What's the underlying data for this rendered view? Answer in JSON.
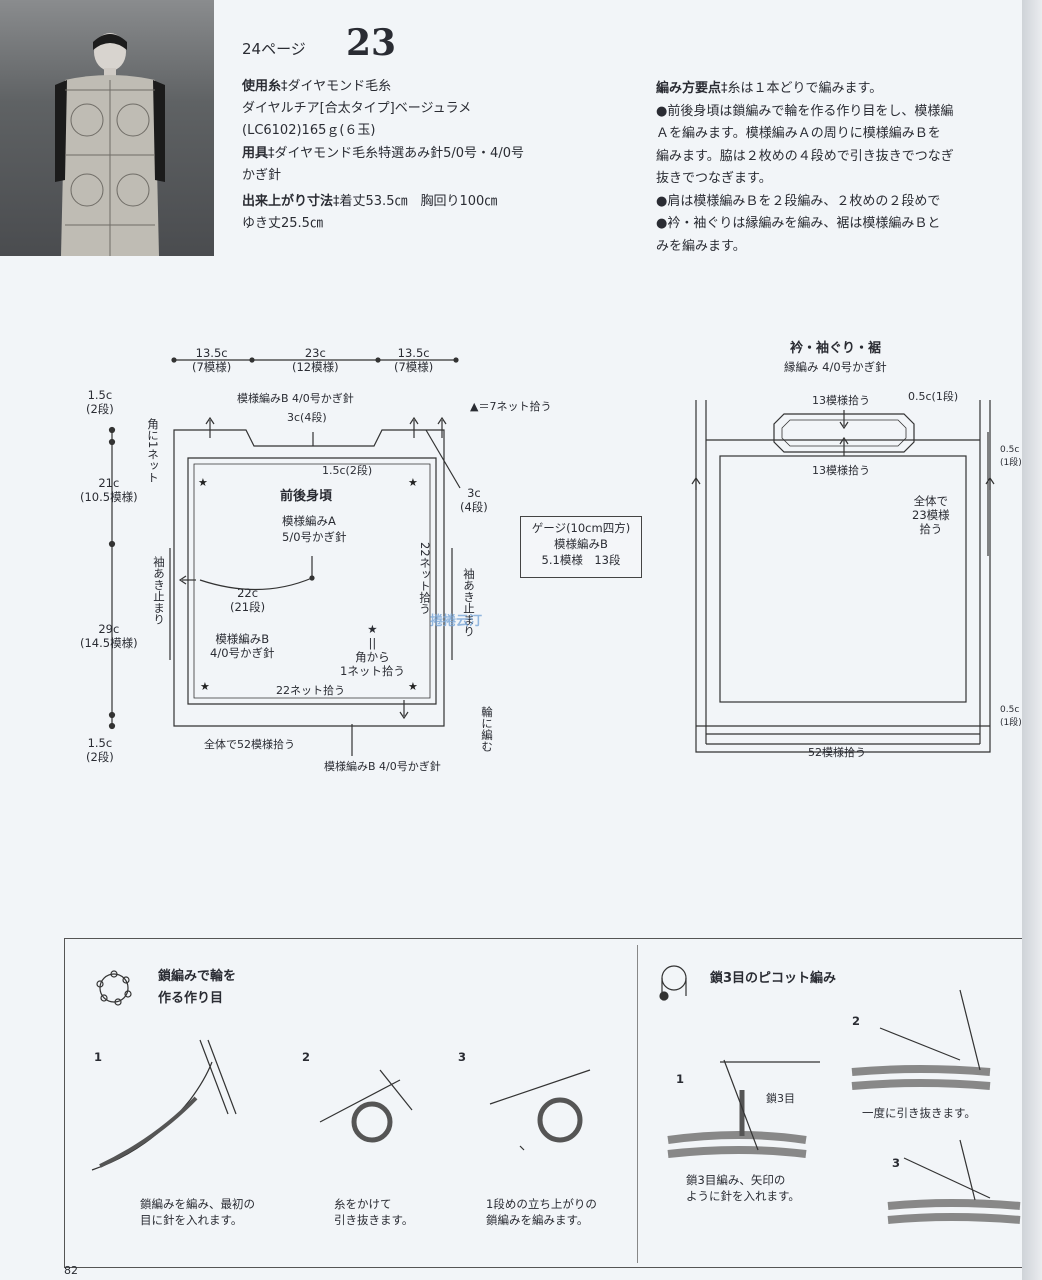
{
  "header": {
    "page_ref": "24ページ",
    "pattern_number": "23"
  },
  "spec": {
    "yarn_label": "使用糸",
    "yarn_line1": "‡ダイヤモンド毛糸",
    "yarn_line2": "ダイヤルチア[合太タイプ]ベージュラメ",
    "yarn_line3": "(LC6102)165ｇ(６玉)",
    "tools_label": "用具",
    "tools_line1": "‡ダイヤモンド毛糸特選あみ針5/0号・4/0号",
    "tools_line2": "かぎ針",
    "size_label": "出来上がり寸法",
    "size_line1": "‡着丈53.5㎝　胸回り100㎝",
    "size_line2": "ゆき丈25.5㎝"
  },
  "notes": {
    "title": "編み方要点",
    "title_rest": "‡糸は１本どりで編みます。",
    "line1": "●前後身頃は鎖編みで輪を作る作り目をし、模様編",
    "line2": "Ａを編みます。模様編みＡの周りに模様編みＢを",
    "line3": "編みます。脇は２枚めの４段めで引き抜きでつなぎ",
    "line4": "抜きでつなぎます。",
    "line5": "●肩は模様編みＢを２段編み、２枚めの２段めで",
    "line6": "●衿・袖ぐりは縁編みを編み、裾は模様編みＢと",
    "line7": "みを編みます。"
  },
  "body_diagram": {
    "top_dim1": "13.5c",
    "top_dim1b": "(7模様)",
    "top_dim2": "23c",
    "top_dim2b": "(12模様)",
    "top_dim3": "13.5c",
    "top_dim3b": "(7模様)",
    "shoulder_label": "模様編みB 4/0号かぎ針",
    "neck_dim": "3c(4段)",
    "net_note": "▲＝7ネット拾う",
    "left_top_dim": "1.5c",
    "left_top_dimb": "(2段)",
    "corner_note": "角に1ネット",
    "left_mid_dim": "21c",
    "left_mid_dimb": "(10.5模様)",
    "neck_drop": "1.5c(2段)",
    "side_dim": "3c",
    "side_dimb": "(4段)",
    "title": "前後身頃",
    "pattern_a": "模様編みA",
    "hook_a": "5/0号かぎ針",
    "net22_v": "22ネット拾う",
    "sleeve_stop_l": "袖あき止まり",
    "sleeve_stop_r": "袖あき止まり",
    "width_dim": "22c",
    "width_dimb": "(21段)",
    "left_low_dim": "29c",
    "left_low_dimb": "(14.5模様)",
    "pattern_b": "模様編みB",
    "hook_b": "4/0号かぎ針",
    "star_note1": "★",
    "star_note2": "||",
    "star_note3": "角から",
    "star_note4": "1ネット拾う",
    "net22_h": "22ネット拾う",
    "ring_note": "輪に編む",
    "left_bot_dim": "1.5c",
    "left_bot_dimb": "(2段)",
    "total52": "全体で52模様拾う",
    "hem_label": "模様編みB 4/0号かぎ針"
  },
  "gauge": {
    "line1": "ゲージ(10cm四方)",
    "line2": "模様編みB",
    "line3": "5.1模様　13段"
  },
  "edge_diagram": {
    "title": "衿・袖ぐり・裾",
    "subtitle": "縁編み 4/0号かぎ針",
    "top13": "13模様拾う",
    "half": "0.5c(1段)",
    "mid13": "13模様拾う",
    "all23_1": "全体で",
    "all23_2": "23模様",
    "all23_3": "拾う",
    "right_dim1": "0.5c",
    "right_dim1b": "(1段)",
    "right_dim2": "0.5c",
    "right_dim2b": "(1段)",
    "bottom52": "52模様拾う"
  },
  "watermark": "捲捲云汀",
  "tutorial_left": {
    "title1": "鎖編みで輪を",
    "title2": "作る作り目",
    "step1_num": "1",
    "step1_t1": "鎖編みを編み、最初の",
    "step1_t2": "目に針を入れます。",
    "step2_num": "2",
    "step2_t1": "糸をかけて",
    "step2_t2": "引き抜きます。",
    "step3_num": "3",
    "step3_t1": "1段めの立ち上がりの",
    "step3_t2": "鎖編みを編みます。"
  },
  "tutorial_right": {
    "title": "鎖3目のピコット編み",
    "step1_num": "1",
    "chain3": "鎖3目",
    "step1_t1": "鎖3目編み、矢印の",
    "step1_t2": "ように針を入れます。",
    "step2_num": "2",
    "step2_t1": "一度に引き抜きます。",
    "step3_num": "3"
  },
  "page_number": "82"
}
